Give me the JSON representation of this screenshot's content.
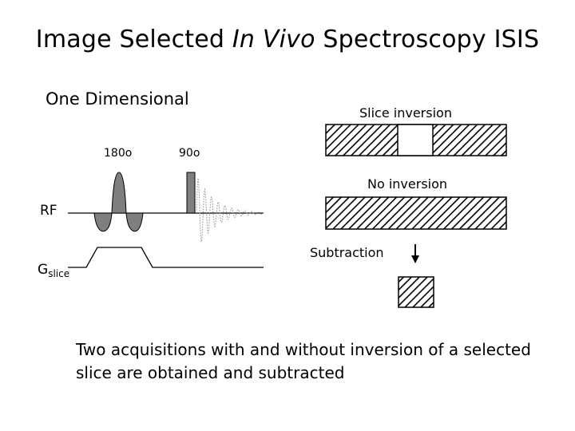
{
  "title": "Image Selected In Vivo Spectroscopy ISIS",
  "title_parts": {
    "pre": "Image Selected ",
    "italic": "In Vivo",
    "post": " Spectroscopy ISIS"
  },
  "subtitle": "One Dimensional",
  "pulse_labels": {
    "p180": "180o",
    "p90": "90o"
  },
  "axis_labels": {
    "rf": "RF",
    "gslice_main": "G",
    "gslice_sub": "slice"
  },
  "box_labels": {
    "slice_inversion": "Slice inversion",
    "no_inversion": "No inversion",
    "subtraction": "Subtraction"
  },
  "caption": "Two acquisitions with and without inversion of a selected slice are obtained and subtracted"
}
